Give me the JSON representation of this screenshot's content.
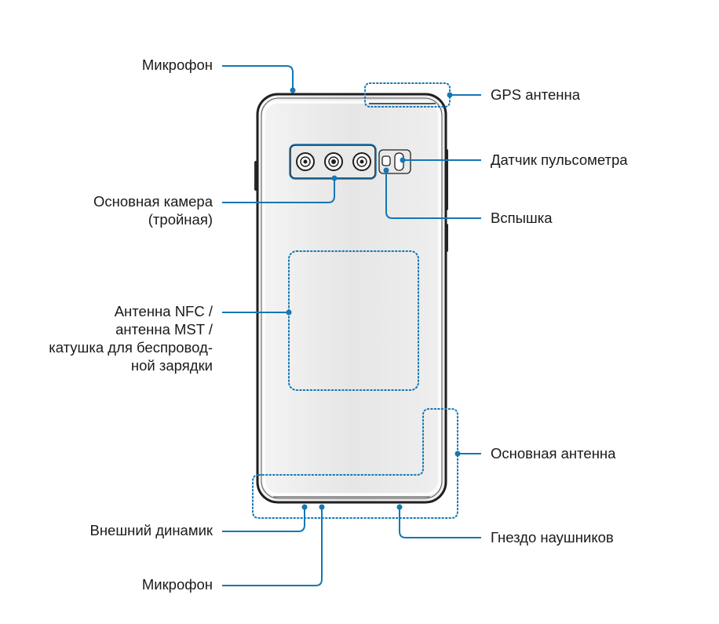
{
  "colors": {
    "callout": "#1577b4",
    "phone_outline": "#1f1f1f",
    "phone_fill": "#eeeeee",
    "phone_glare": "#ffffff"
  },
  "labels": {
    "mic_top": "Микрофон",
    "main_camera": [
      "Основная камера",
      "(тройная)"
    ],
    "nfc": [
      "Антенна NFC /",
      "антенна MST /",
      "катушка для беспровод-",
      "ной зарядки"
    ],
    "speaker": "Внешний динамик",
    "mic_bottom": "Микрофон",
    "gps": "GPS антенна",
    "heart_rate": "Датчик пульсометра",
    "flash": "Вспышка",
    "main_antenna": "Основная антенна",
    "headphone_jack": "Гнездо наушников"
  },
  "icons": {
    "camera_lens": "camera-lens-icon",
    "flash": "flash-icon",
    "heart_rate_sensor": "heart-rate-sensor-icon"
  }
}
